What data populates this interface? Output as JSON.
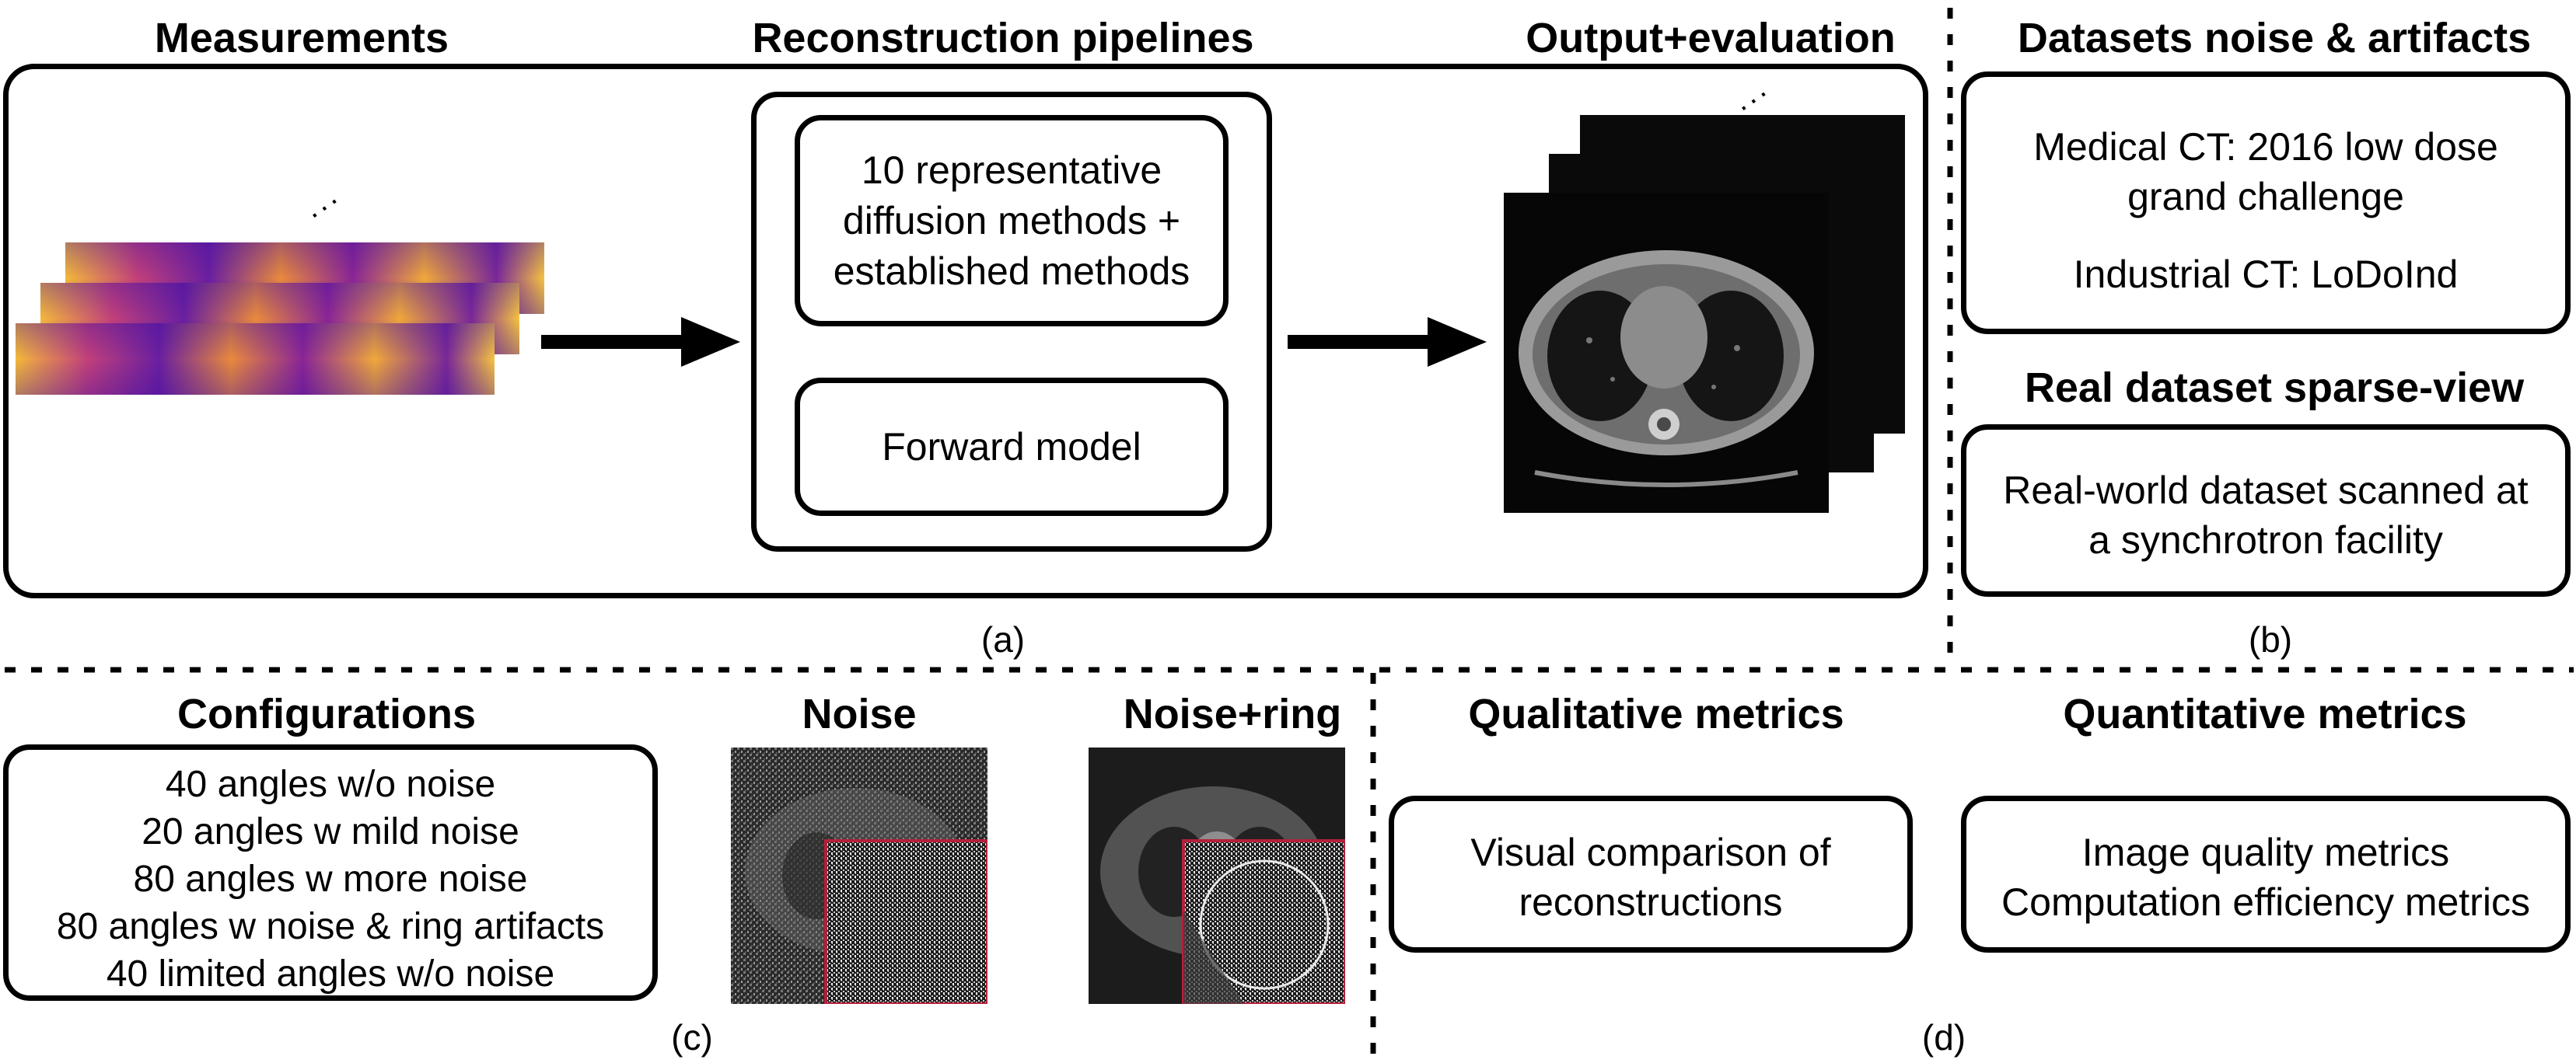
{
  "panel_a": {
    "title_measurements": "Measurements",
    "title_pipelines": "Reconstruction pipelines",
    "title_output": "Output+evaluation",
    "box_methods_line1": "10 representative",
    "box_methods_line2": "diffusion methods +",
    "box_methods_line3": "established methods",
    "box_forward": "Forward model",
    "caption": "(a)"
  },
  "panel_b": {
    "title_datasets": "Datasets noise & artifacts",
    "medical_line1": "Medical CT: 2016 low dose",
    "medical_line2": "grand challenge",
    "industrial": "Industrial CT: LoDoInd",
    "title_real": "Real dataset sparse-view",
    "real_line1": "Real-world dataset scanned at",
    "real_line2": "a synchrotron facility",
    "caption": "(b)"
  },
  "panel_c": {
    "title_configurations": "Configurations",
    "configurations": [
      "40 angles w/o noise",
      "20 angles w mild noise",
      "80 angles w more noise",
      "80 angles w noise & ring artifacts",
      "40 limited angles  w/o noise"
    ],
    "title_noise": "Noise",
    "title_noise_ring": "Noise+ring",
    "caption": "(c)"
  },
  "panel_d": {
    "title_qualitative": "Qualitative metrics",
    "qualitative_line1": "Visual comparison of",
    "qualitative_line2": "reconstructions",
    "title_quantitative": "Quantitative metrics",
    "quantitative_line1": "Image quality metrics",
    "quantitative_line2": "Computation efficiency metrics",
    "caption": "(d)"
  },
  "colors": {
    "sinogram_dark": "#3a0ca3",
    "sinogram_mid": "#b5367a",
    "sinogram_light": "#f4b93a",
    "zoom_border": "#b3203a"
  }
}
